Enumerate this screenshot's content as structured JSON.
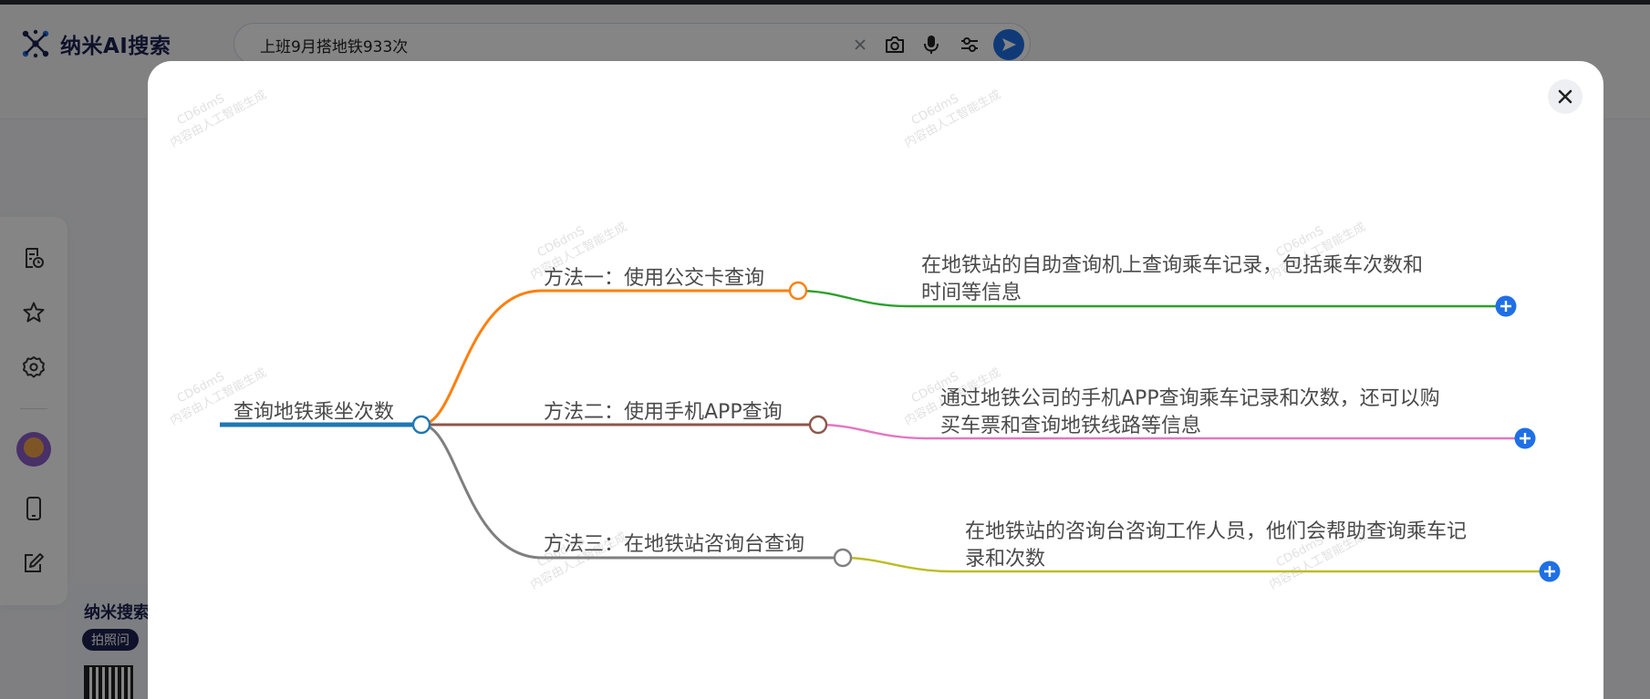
{
  "app": {
    "logo_text": "纳米AI搜索",
    "brand_color": "#1b2250",
    "accent_color": "#1f6fe5"
  },
  "search": {
    "query": "上班9月搭地铁933次",
    "icons": [
      "close-icon",
      "camera-icon",
      "microphone-icon",
      "filter-icon",
      "send-icon"
    ]
  },
  "sidebar": {
    "items": [
      {
        "icon": "history-icon"
      },
      {
        "icon": "star-icon"
      },
      {
        "icon": "gear-icon"
      },
      {
        "icon": "avatar"
      },
      {
        "icon": "phone-icon"
      },
      {
        "icon": "edit-icon"
      }
    ]
  },
  "promo": {
    "title": "纳米搜索",
    "tag": "拍照问"
  },
  "mindmap": {
    "root": {
      "label": "查询地铁乘坐次数",
      "color": "#1f77b4"
    },
    "branches": [
      {
        "label": "方法一：使用公交卡查询",
        "color": "#ff7f0e",
        "leaf_lines": [
          "在地铁站的自助查询机上查询乘车记录，包括乘车次数和",
          "时间等信息"
        ],
        "leaf_color": "#2ca02c"
      },
      {
        "label": "方法二：使用手机APP查询",
        "color": "#8c564b",
        "leaf_lines": [
          "通过地铁公司的手机APP查询乘车记录和次数，还可以购",
          "买车票和查询地铁线路等信息"
        ],
        "leaf_color": "#e377c2"
      },
      {
        "label": "方法三：在地铁站咨询台查询",
        "color": "#7f7f7f",
        "leaf_lines": [
          "在地铁站的咨询台咨询工作人员，他们会帮助查询乘车记",
          "录和次数"
        ],
        "leaf_color": "#bcbd22"
      }
    ],
    "expand_button_color": "#1f6fe5"
  },
  "watermark": {
    "line1": "CD6dmS",
    "line2": "内容由人工智能生成"
  }
}
